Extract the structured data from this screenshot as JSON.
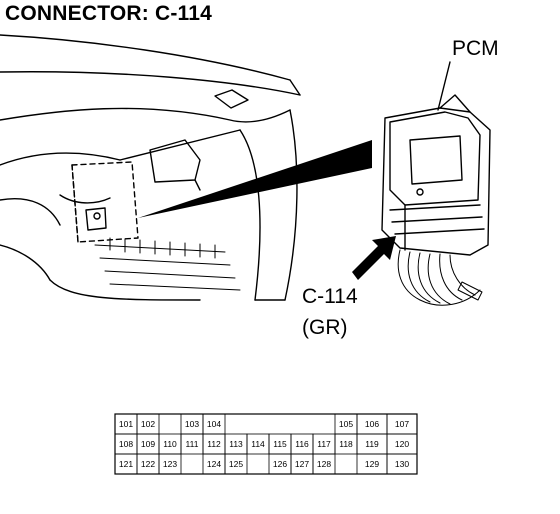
{
  "title": "CONNECTOR: C-114",
  "callouts": {
    "module": "PCM",
    "connector_id": "C-114",
    "connector_color": "(GR)"
  },
  "pin_rows": [
    [
      "101",
      "102",
      "",
      "103",
      "104",
      "",
      "",
      "",
      "",
      "",
      "105",
      "106",
      "107"
    ],
    [
      "108",
      "109",
      "110",
      "111",
      "112",
      "113",
      "114",
      "115",
      "116",
      "117",
      "118",
      "119",
      "120"
    ],
    [
      "121",
      "122",
      "123",
      "",
      "124",
      "125",
      "",
      "126",
      "127",
      "128",
      "",
      "129",
      "130"
    ]
  ]
}
